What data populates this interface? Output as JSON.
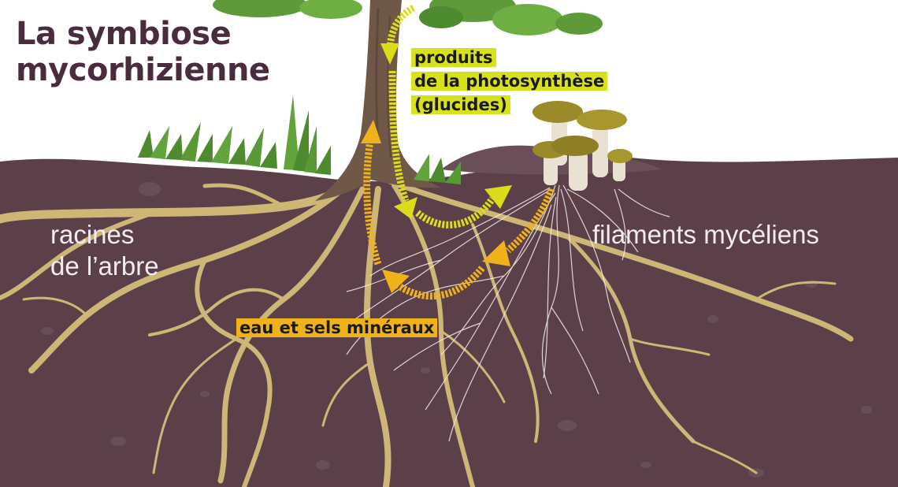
{
  "title": {
    "line1": "La symbiose",
    "line2": "mycorhizienne"
  },
  "labels": {
    "roots_line1": "racines",
    "roots_line2": "de l’arbre",
    "mycelium": "filaments mycéliens",
    "photosynthesis_line1": "produits",
    "photosynthesis_line2": "de la photosynthèse",
    "photosynthesis_line3": "(glucides)",
    "water": "eau et sels minéraux"
  },
  "colors": {
    "soil": "#5b4049",
    "root": "#cdb676",
    "mycelium": "#f4efea",
    "trunk": "#6f5848",
    "leaves": "#5f9a3a",
    "title": "#4a2c3f",
    "photosynthesis_arrow": "#dcdc1a",
    "water_arrow": "#f0b21a",
    "mushroom_cap": "#9a8a2a"
  },
  "icons": {
    "tree": "tree-trunk-icon",
    "mushrooms": "mushroom-cluster-icon",
    "grass": "grass-icon"
  }
}
